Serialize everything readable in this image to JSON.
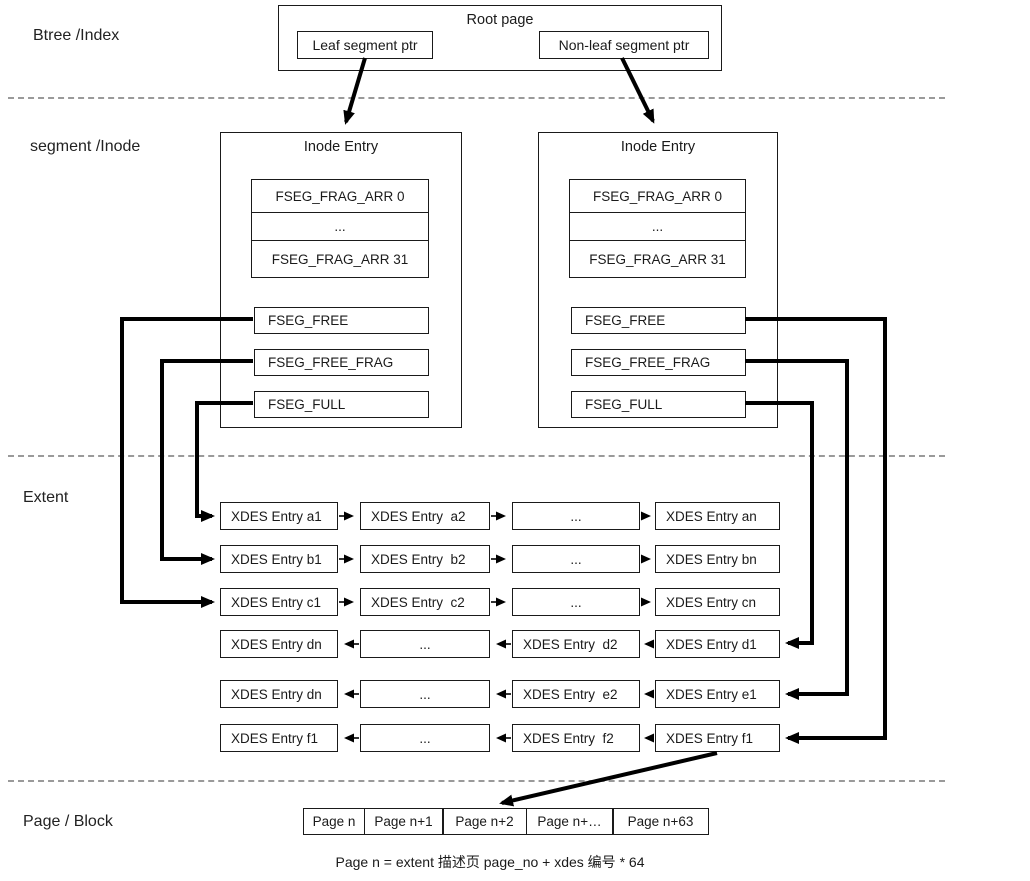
{
  "section_labels": {
    "btree": "Btree /Index",
    "segment": "segment /Inode",
    "extent": "Extent",
    "page_block": "Page / Block"
  },
  "root": {
    "title": "Root page",
    "leaf_ptr": "Leaf segment ptr",
    "nonleaf_ptr": "Non-leaf segment ptr"
  },
  "inodes": [
    {
      "title": "Inode Entry",
      "frag_rows": [
        "FSEG_FRAG_ARR 0",
        "...",
        "FSEG_FRAG_ARR 31"
      ],
      "lists": [
        "FSEG_FREE",
        "FSEG_FREE_FRAG",
        "FSEG_FULL"
      ]
    },
    {
      "title": "Inode Entry",
      "frag_rows": [
        "FSEG_FRAG_ARR 0",
        "...",
        "FSEG_FRAG_ARR 31"
      ],
      "lists": [
        "FSEG_FREE",
        "FSEG_FREE_FRAG",
        "FSEG_FULL"
      ]
    }
  ],
  "extent": {
    "rows": [
      {
        "dir": "right",
        "cells": [
          "XDES Entry a1",
          "XDES Entry  a2",
          "...",
          "XDES Entry an"
        ]
      },
      {
        "dir": "right",
        "cells": [
          "XDES Entry b1",
          "XDES Entry  b2",
          "...",
          "XDES Entry bn"
        ]
      },
      {
        "dir": "right",
        "cells": [
          "XDES Entry c1",
          "XDES Entry  c2",
          "...",
          "XDES Entry cn"
        ]
      },
      {
        "dir": "left",
        "cells": [
          "XDES Entry dn",
          "...",
          "XDES Entry  d2",
          "XDES Entry d1"
        ]
      },
      {
        "dir": "left",
        "cells": [
          "XDES Entry dn",
          "...",
          "XDES Entry  e2",
          "XDES Entry e1"
        ]
      },
      {
        "dir": "left",
        "cells": [
          "XDES Entry f1",
          "...",
          "XDES Entry  f2",
          "XDES Entry f1"
        ]
      }
    ]
  },
  "pages": {
    "cells": [
      "Page n",
      "Page n+1",
      "Page n+2",
      "Page n+…",
      "Page n+63"
    ]
  },
  "caption": "Page n = extent 描述页 page_no + xdes 编号 * 64",
  "colors": {
    "ink": "#1a1a1a",
    "connector": "#000000",
    "divider_dash": "#9a9a9a",
    "background": "#ffffff"
  }
}
